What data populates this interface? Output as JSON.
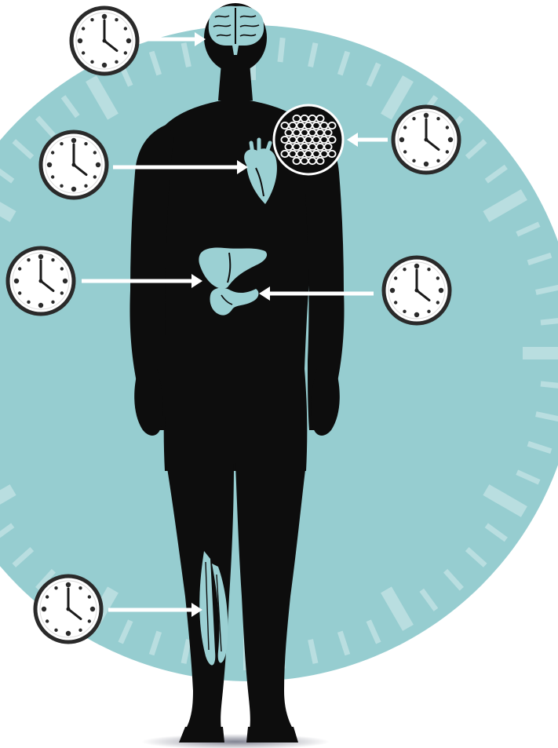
{
  "colors": {
    "background": "#ffffff",
    "clock_face_disc": "#96cdd0",
    "clock_tick": "#b9dee0",
    "silhouette": "#0d0d0d",
    "organ": "#9bd0d3",
    "arrow": "#ffffff",
    "clock_fill": "#ffffff",
    "clock_border": "#2a2a2a"
  },
  "organs": [
    {
      "name": "brain",
      "icon": "brain-icon"
    },
    {
      "name": "heart",
      "icon": "heart-icon"
    },
    {
      "name": "fat-tissue",
      "icon": "fat-cells-icon"
    },
    {
      "name": "liver",
      "icon": "liver-icon"
    },
    {
      "name": "pancreas",
      "icon": "pancreas-icon"
    },
    {
      "name": "muscle",
      "icon": "muscle-icon"
    }
  ],
  "peripheral_clocks": [
    {
      "target": "brain",
      "icon": "clock-icon"
    },
    {
      "target": "heart",
      "icon": "clock-icon"
    },
    {
      "target": "fat-tissue",
      "icon": "clock-icon"
    },
    {
      "target": "liver",
      "icon": "clock-icon"
    },
    {
      "target": "pancreas",
      "icon": "clock-icon"
    },
    {
      "target": "muscle",
      "icon": "clock-icon"
    }
  ]
}
